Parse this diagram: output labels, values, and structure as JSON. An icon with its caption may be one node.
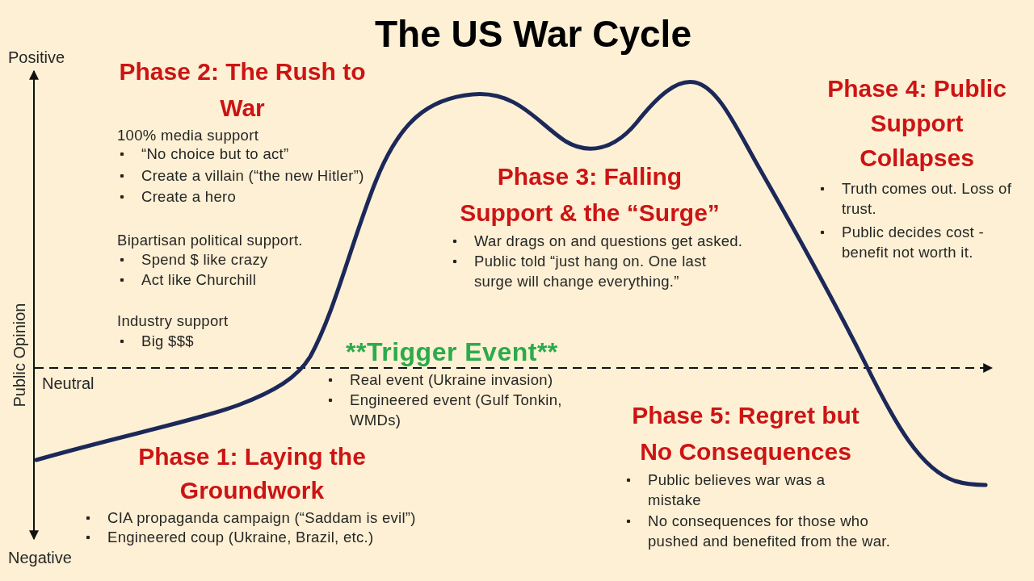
{
  "diagram": {
    "title": "The US War Cycle",
    "labels": [
      "Positive",
      "Phase 2: The Rush to War",
      "100% media support",
      "“No choice but to act”",
      "Create a villain (“the new Hitler”)",
      "Create a hero",
      "Bipartisan political support.",
      "Spend $ like crazy",
      "Act like Churchill",
      "Industry support",
      "Big $$$",
      "Phase 3: Falling Support & the “Surge”",
      "War drags on and questions get asked.",
      "Public told “just hang on. One last surge will change everything.”",
      "Phase 4: Public Support Collapses",
      "Truth comes out. Loss of trust.",
      "Public decides cost - benefit not worth it.",
      "Public Opinion",
      "**Trigger Event**",
      "Neutral",
      "Real event (Ukraine invasion)",
      "Engineered event (Gulf Tonkin, WMDs)",
      "Phase 5: Regret but No Consequences",
      "Public believes war was a mistake",
      "No consequences for those who pushed and benefited from the war.",
      "Phase 1: Laying the Groundwork",
      "CIA propaganda campaign (“Saddam is evil”)",
      "Engineered coup (Ukraine, Brazil, etc.)",
      "Negative"
    ]
  }
}
